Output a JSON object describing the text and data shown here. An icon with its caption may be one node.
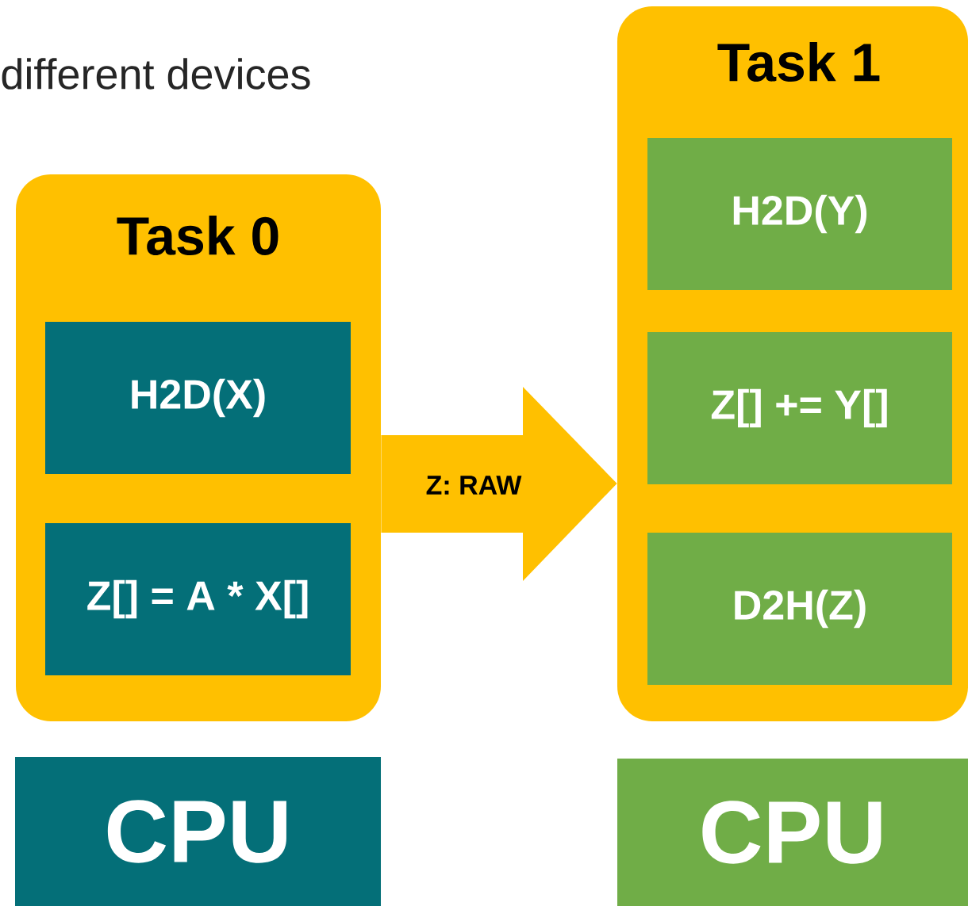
{
  "diagram": {
    "title": "different devices",
    "nodes": [
      {
        "text": [
          "Task 0"
        ]
      },
      {
        "text": [
          "H2D(X)"
        ],
        "in": 0
      },
      {
        "text": [
          "Z[] = A * X[]"
        ],
        "in": 0
      },
      {
        "text": [
          "Task 1"
        ]
      },
      {
        "text": [
          "H2D(Y)"
        ],
        "in": 3
      },
      {
        "text": [
          "Z[] += Y[]"
        ],
        "in": 3
      },
      {
        "text": [
          "D2H(Z)"
        ],
        "in": 3
      },
      {
        "text": [
          "CPU"
        ]
      },
      {
        "text": [
          "CPU"
        ]
      }
    ],
    "edges": [
      {
        "from": 0,
        "to": 3,
        "arrow": "to",
        "label": "Z: RAW"
      }
    ]
  }
}
